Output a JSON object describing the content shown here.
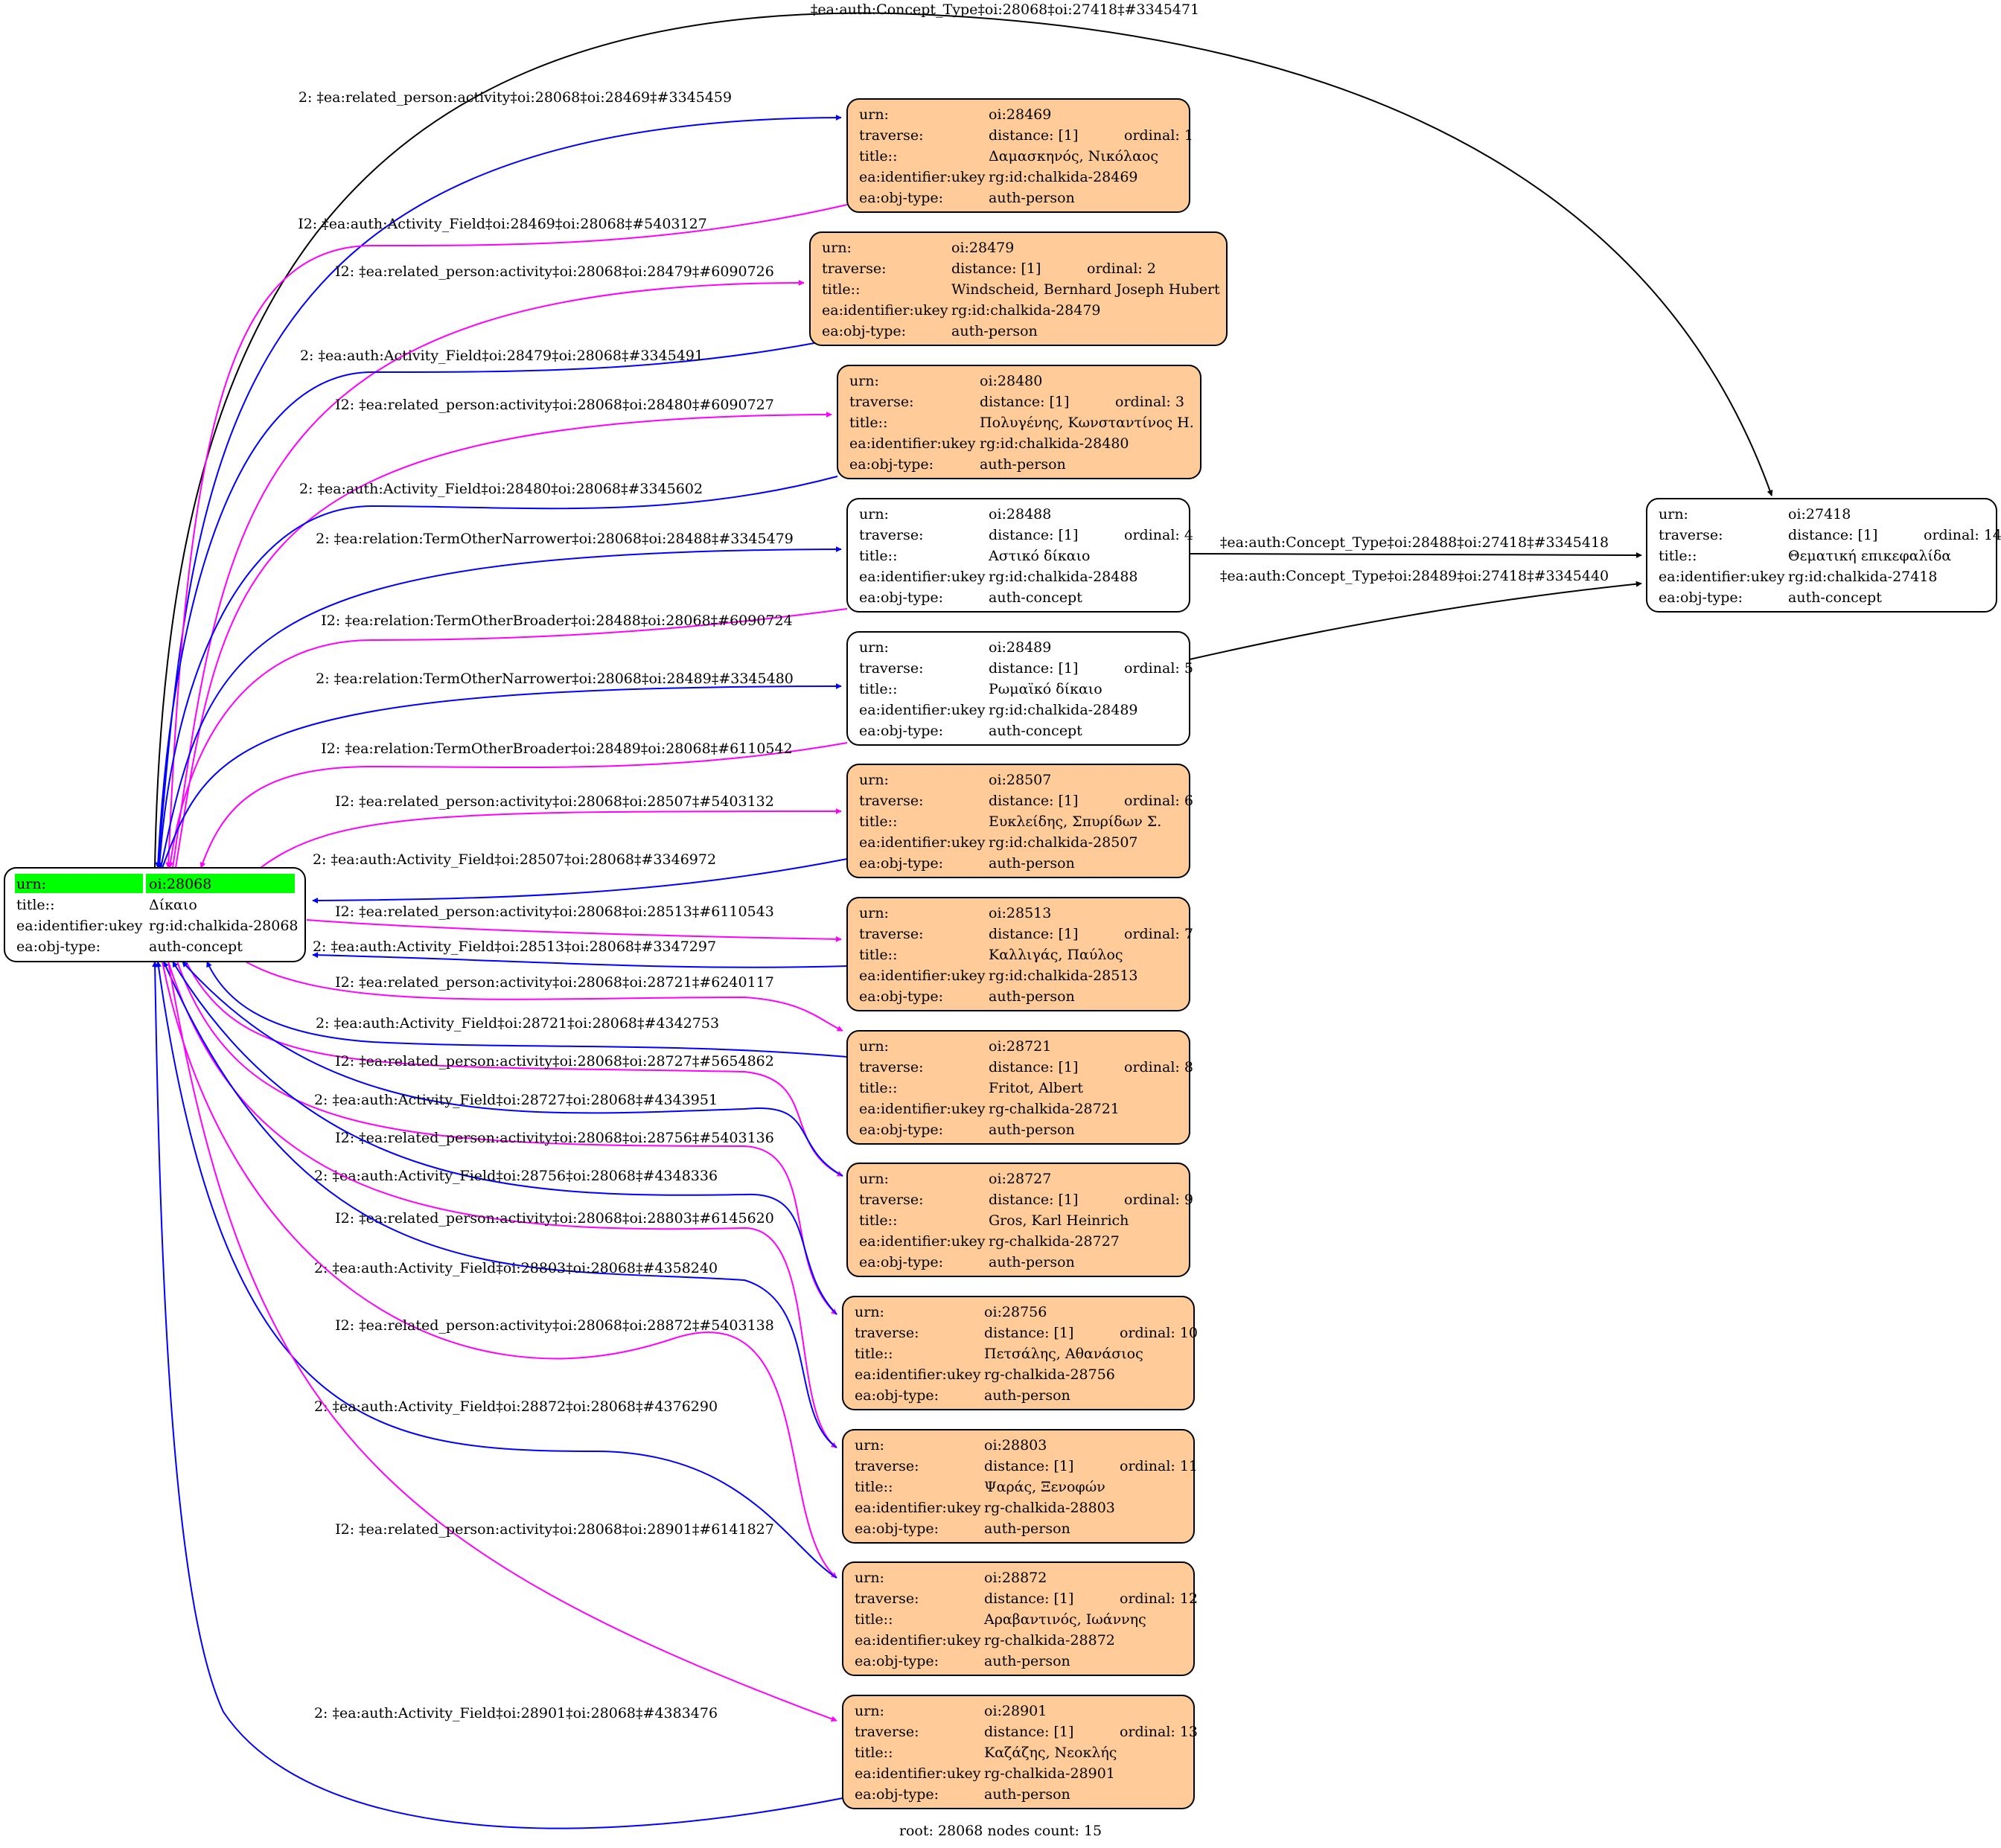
{
  "colors": {
    "person_fill": "#ffcc99",
    "concept_fill": "#ffffff",
    "root_highlight": "#00ff00",
    "edge_forward": "#0000ff",
    "edge_inverse": "#ff00ff",
    "edge_concept": "#000000"
  },
  "root": {
    "id": "28068",
    "rows": [
      {
        "k": "urn:",
        "v": "oi:28068"
      },
      {
        "k": "title::",
        "v": "Δίκαιο"
      },
      {
        "k": "ea:identifier:ukey",
        "v": "rg:id:chalkida-28068"
      },
      {
        "k": "ea:obj-type:",
        "v": "auth-concept"
      }
    ]
  },
  "nodes": [
    {
      "id": "28469",
      "type": "person",
      "urn": "oi:28469",
      "traverse": "distance: [1]",
      "ordinal": "ordinal: 1",
      "title": "Δαμασκηνός, Νικόλαος",
      "ukey": "rg:id:chalkida-28469",
      "objtype": "auth-person"
    },
    {
      "id": "28479",
      "type": "person",
      "urn": "oi:28479",
      "traverse": "distance: [1]",
      "ordinal": "ordinal: 2",
      "title": "Windscheid, Bernhard Joseph Hubert",
      "ukey": "rg:id:chalkida-28479",
      "objtype": "auth-person"
    },
    {
      "id": "28480",
      "type": "person",
      "urn": "oi:28480",
      "traverse": "distance: [1]",
      "ordinal": "ordinal: 3",
      "title": "Πολυγένης, Κωνσταντίνος Η.",
      "ukey": "rg:id:chalkida-28480",
      "objtype": "auth-person"
    },
    {
      "id": "28488",
      "type": "concept",
      "urn": "oi:28488",
      "traverse": "distance: [1]",
      "ordinal": "ordinal: 4",
      "title": "Αστικό δίκαιο",
      "ukey": "rg:id:chalkida-28488",
      "objtype": "auth-concept"
    },
    {
      "id": "28489",
      "type": "concept",
      "urn": "oi:28489",
      "traverse": "distance: [1]",
      "ordinal": "ordinal: 5",
      "title": "Ρωμαϊκό δίκαιο",
      "ukey": "rg:id:chalkida-28489",
      "objtype": "auth-concept"
    },
    {
      "id": "28507",
      "type": "person",
      "urn": "oi:28507",
      "traverse": "distance: [1]",
      "ordinal": "ordinal: 6",
      "title": "Ευκλείδης, Σπυρίδων Σ.",
      "ukey": "rg:id:chalkida-28507",
      "objtype": "auth-person"
    },
    {
      "id": "28513",
      "type": "person",
      "urn": "oi:28513",
      "traverse": "distance: [1]",
      "ordinal": "ordinal: 7",
      "title": "Καλλιγάς, Παύλος",
      "ukey": "rg:id:chalkida-28513",
      "objtype": "auth-person"
    },
    {
      "id": "28721",
      "type": "person",
      "urn": "oi:28721",
      "traverse": "distance: [1]",
      "ordinal": "ordinal: 8",
      "title": "Fritot, Albert",
      "ukey": "rg-chalkida-28721",
      "objtype": "auth-person"
    },
    {
      "id": "28727",
      "type": "person",
      "urn": "oi:28727",
      "traverse": "distance: [1]",
      "ordinal": "ordinal: 9",
      "title": "Gros, Karl Heinrich",
      "ukey": "rg-chalkida-28727",
      "objtype": "auth-person"
    },
    {
      "id": "28756",
      "type": "person",
      "urn": "oi:28756",
      "traverse": "distance: [1]",
      "ordinal": "ordinal: 10",
      "title": "Πετσάλης, Αθανάσιος",
      "ukey": "rg-chalkida-28756",
      "objtype": "auth-person"
    },
    {
      "id": "28803",
      "type": "person",
      "urn": "oi:28803",
      "traverse": "distance: [1]",
      "ordinal": "ordinal: 11",
      "title": "Ψαράς, Ξενοφών",
      "ukey": "rg-chalkida-28803",
      "objtype": "auth-person"
    },
    {
      "id": "28872",
      "type": "person",
      "urn": "oi:28872",
      "traverse": "distance: [1]",
      "ordinal": "ordinal: 12",
      "title": "Αραβαντινός, Ιωάννης",
      "ukey": "rg-chalkida-28872",
      "objtype": "auth-person"
    },
    {
      "id": "28901",
      "type": "person",
      "urn": "oi:28901",
      "traverse": "distance: [1]",
      "ordinal": "ordinal: 13",
      "title": "Καζάζης, Νεοκλής",
      "ukey": "rg-chalkida-28901",
      "objtype": "auth-person"
    },
    {
      "id": "27418",
      "type": "concept",
      "urn": "oi:27418",
      "traverse": "distance: [1]",
      "ordinal": "ordinal: 14",
      "title": "Θεματική επικεφαλίδα",
      "ukey": "rg:id:chalkida-27418",
      "objtype": "auth-concept"
    }
  ],
  "field_labels": {
    "urn": "urn:",
    "traverse": "traverse:",
    "title": "title::",
    "ukey": "ea:identifier:ukey",
    "objtype": "ea:obj-type:"
  },
  "edges": [
    {
      "id": "e-28068-27418",
      "label": "‡ea:auth:Concept_Type‡oi:28068‡oi:27418‡#3345471",
      "kind": "concept"
    },
    {
      "id": "e-f-28469",
      "label": "2: ‡ea:related_person:activity‡oi:28068‡oi:28469‡#3345459",
      "kind": "forward"
    },
    {
      "id": "e-i-28469",
      "label": "I2: ‡ea:auth:Activity_Field‡oi:28469‡oi:28068‡#5403127",
      "kind": "inverse"
    },
    {
      "id": "e-i-28479",
      "label": "I2: ‡ea:related_person:activity‡oi:28068‡oi:28479‡#6090726",
      "kind": "inverse"
    },
    {
      "id": "e-f-28479",
      "label": "2: ‡ea:auth:Activity_Field‡oi:28479‡oi:28068‡#3345491",
      "kind": "forward"
    },
    {
      "id": "e-i-28480",
      "label": "I2: ‡ea:related_person:activity‡oi:28068‡oi:28480‡#6090727",
      "kind": "inverse"
    },
    {
      "id": "e-f-28480",
      "label": "2: ‡ea:auth:Activity_Field‡oi:28480‡oi:28068‡#3345602",
      "kind": "forward"
    },
    {
      "id": "e-f-28488",
      "label": "2: ‡ea:relation:TermOtherNarrower‡oi:28068‡oi:28488‡#3345479",
      "kind": "forward"
    },
    {
      "id": "e-i-28488",
      "label": "I2: ‡ea:relation:TermOtherBroader‡oi:28488‡oi:28068‡#6090724",
      "kind": "inverse"
    },
    {
      "id": "e-f-28489",
      "label": "2: ‡ea:relation:TermOtherNarrower‡oi:28068‡oi:28489‡#3345480",
      "kind": "forward"
    },
    {
      "id": "e-i-28489",
      "label": "I2: ‡ea:relation:TermOtherBroader‡oi:28489‡oi:28068‡#6110542",
      "kind": "inverse"
    },
    {
      "id": "e-i-28507",
      "label": "I2: ‡ea:related_person:activity‡oi:28068‡oi:28507‡#5403132",
      "kind": "inverse"
    },
    {
      "id": "e-f-28507",
      "label": "2: ‡ea:auth:Activity_Field‡oi:28507‡oi:28068‡#3346972",
      "kind": "forward"
    },
    {
      "id": "e-i-28513",
      "label": "I2: ‡ea:related_person:activity‡oi:28068‡oi:28513‡#6110543",
      "kind": "inverse"
    },
    {
      "id": "e-f-28513",
      "label": "2: ‡ea:auth:Activity_Field‡oi:28513‡oi:28068‡#3347297",
      "kind": "forward"
    },
    {
      "id": "e-i-28721",
      "label": "I2: ‡ea:related_person:activity‡oi:28068‡oi:28721‡#6240117",
      "kind": "inverse"
    },
    {
      "id": "e-f-28721",
      "label": "2: ‡ea:auth:Activity_Field‡oi:28721‡oi:28068‡#4342753",
      "kind": "forward"
    },
    {
      "id": "e-i-28727",
      "label": "I2: ‡ea:related_person:activity‡oi:28068‡oi:28727‡#5654862",
      "kind": "inverse"
    },
    {
      "id": "e-f-28727",
      "label": "2: ‡ea:auth:Activity_Field‡oi:28727‡oi:28068‡#4343951",
      "kind": "forward"
    },
    {
      "id": "e-i-28756",
      "label": "I2: ‡ea:related_person:activity‡oi:28068‡oi:28756‡#5403136",
      "kind": "inverse"
    },
    {
      "id": "e-f-28756",
      "label": "2: ‡ea:auth:Activity_Field‡oi:28756‡oi:28068‡#4348336",
      "kind": "forward"
    },
    {
      "id": "e-i-28803",
      "label": "I2: ‡ea:related_person:activity‡oi:28068‡oi:28803‡#6145620",
      "kind": "inverse"
    },
    {
      "id": "e-f-28803",
      "label": "2: ‡ea:auth:Activity_Field‡oi:28803‡oi:28068‡#4358240",
      "kind": "forward"
    },
    {
      "id": "e-i-28872",
      "label": "I2: ‡ea:related_person:activity‡oi:28068‡oi:28872‡#5403138",
      "kind": "inverse"
    },
    {
      "id": "e-f-28872",
      "label": "2: ‡ea:auth:Activity_Field‡oi:28872‡oi:28068‡#4376290",
      "kind": "forward"
    },
    {
      "id": "e-i-28901",
      "label": "I2: ‡ea:related_person:activity‡oi:28068‡oi:28901‡#6141827",
      "kind": "inverse"
    },
    {
      "id": "e-f-28901",
      "label": "2: ‡ea:auth:Activity_Field‡oi:28901‡oi:28068‡#4383476",
      "kind": "forward"
    },
    {
      "id": "e-28488-27418",
      "label": "‡ea:auth:Concept_Type‡oi:28488‡oi:27418‡#3345418",
      "kind": "concept"
    },
    {
      "id": "e-28489-27418",
      "label": "‡ea:auth:Concept_Type‡oi:28489‡oi:27418‡#3345440",
      "kind": "concept"
    }
  ],
  "footer": "root: 28068 nodes count: 15"
}
